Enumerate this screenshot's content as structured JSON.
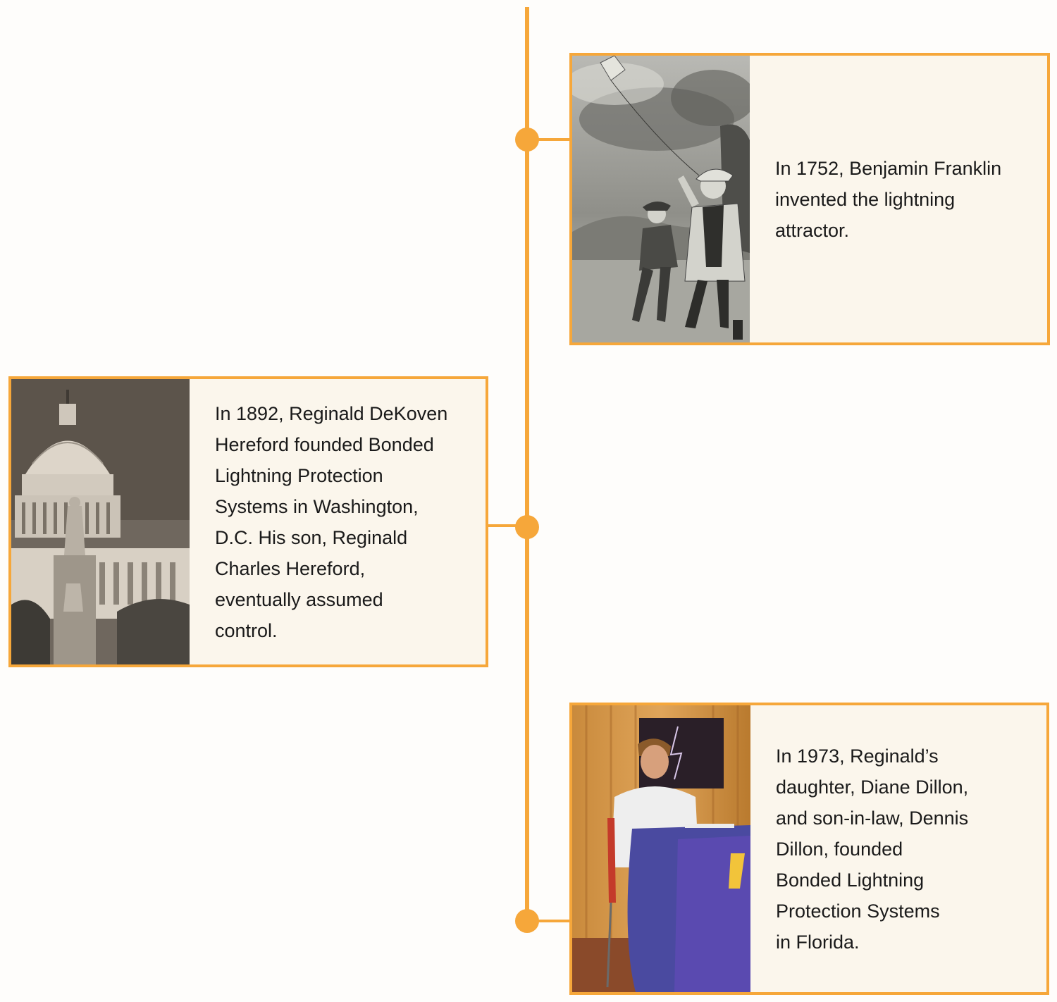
{
  "timeline": {
    "accent_color": "#f6a73a",
    "entries": [
      {
        "year": "1752",
        "text": "In 1752, Benjamin Franklin\ninvented the lightning\nattractor.",
        "image": "franklin-kite-engraving"
      },
      {
        "year": "1892",
        "text": "In 1892, Reginald DeKoven\nHereford founded Bonded\nLightning Protection\nSystems in Washington,\nD.C. His son, Reginald\nCharles Hereford,\neventually assumed\ncontrol.",
        "image": "us-capitol-sepia-photo"
      },
      {
        "year": "1973",
        "text": "In 1973, Reginald’s\ndaughter, Diane Dillon,\nand son-in-law, Dennis\nDillon, founded\nBonded Lightning\nProtection Systems\nin Florida.",
        "image": "man-at-table-vintage-photo"
      }
    ]
  }
}
